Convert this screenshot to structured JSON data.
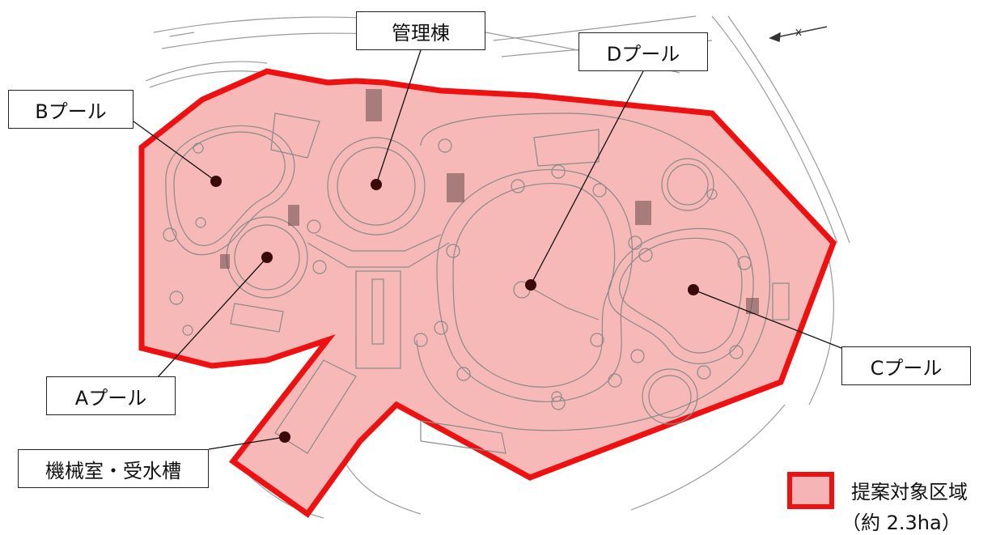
{
  "labels": {
    "kanri": "管理棟",
    "d_pool": "Dプール",
    "b_pool": "Bプール",
    "c_pool": "Cプール",
    "a_pool": "Aプール",
    "kikai": "機械室・受水槽"
  },
  "legend": {
    "label": "提案対象区域",
    "note": "（約 2.3ha）"
  },
  "colors": {
    "area_fill": "#f7b4b4",
    "area_border": "#ee1111",
    "drawing_line": "#8a8a8a",
    "marker": "#3a0a0a"
  },
  "icons": {
    "north_arrow": "north-arrow-icon"
  }
}
